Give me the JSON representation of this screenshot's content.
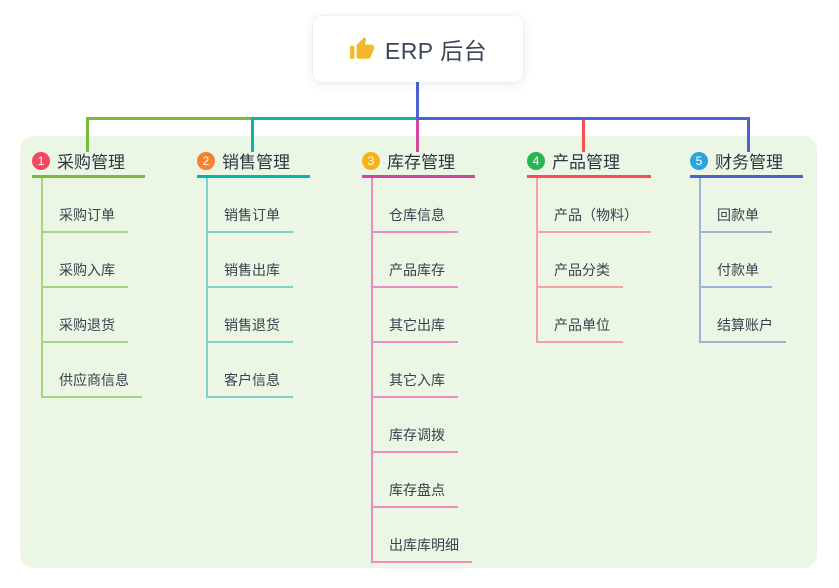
{
  "root": {
    "label": "ERP 后台",
    "icon": "thumbs-up-icon"
  },
  "branches": [
    {
      "num": "1",
      "label": "采购管理",
      "color": "#7cba3d",
      "light_color": "#a9d47f",
      "badge_color": "#f5475f",
      "children": [
        "采购订单",
        "采购入库",
        "采购退货",
        "供应商信息"
      ]
    },
    {
      "num": "2",
      "label": "销售管理",
      "color": "#0db3a8",
      "light_color": "#7fd2ca",
      "badge_color": "#f58233",
      "children": [
        "销售订单",
        "销售出库",
        "销售退货",
        "客户信息"
      ]
    },
    {
      "num": "3",
      "label": "库存管理",
      "color": "#d6459e",
      "light_color": "#ef8ac2",
      "badge_color": "#fbb017",
      "children": [
        "仓库信息",
        "产品库存",
        "其它出库",
        "其它入库",
        "库存调拨",
        "库存盘点",
        "出库库明细"
      ]
    },
    {
      "num": "4",
      "label": "产品管理",
      "color": "#f4524e",
      "light_color": "#f7a29d",
      "badge_color": "#2ab553",
      "children": [
        "产品（物料）",
        "产品分类",
        "产品单位"
      ]
    },
    {
      "num": "5",
      "label": "财务管理",
      "color": "#4a63d0",
      "light_color": "#9fb0dc",
      "badge_color": "#2aa5dd",
      "children": [
        "回款单",
        "付款单",
        "结算账户"
      ]
    }
  ],
  "colors": {
    "panel_bg": "#ebf6e4",
    "canvas_bg": "#ffffff",
    "root_stem": "#4a63d0",
    "icon_yellow": "#f2b92c"
  }
}
